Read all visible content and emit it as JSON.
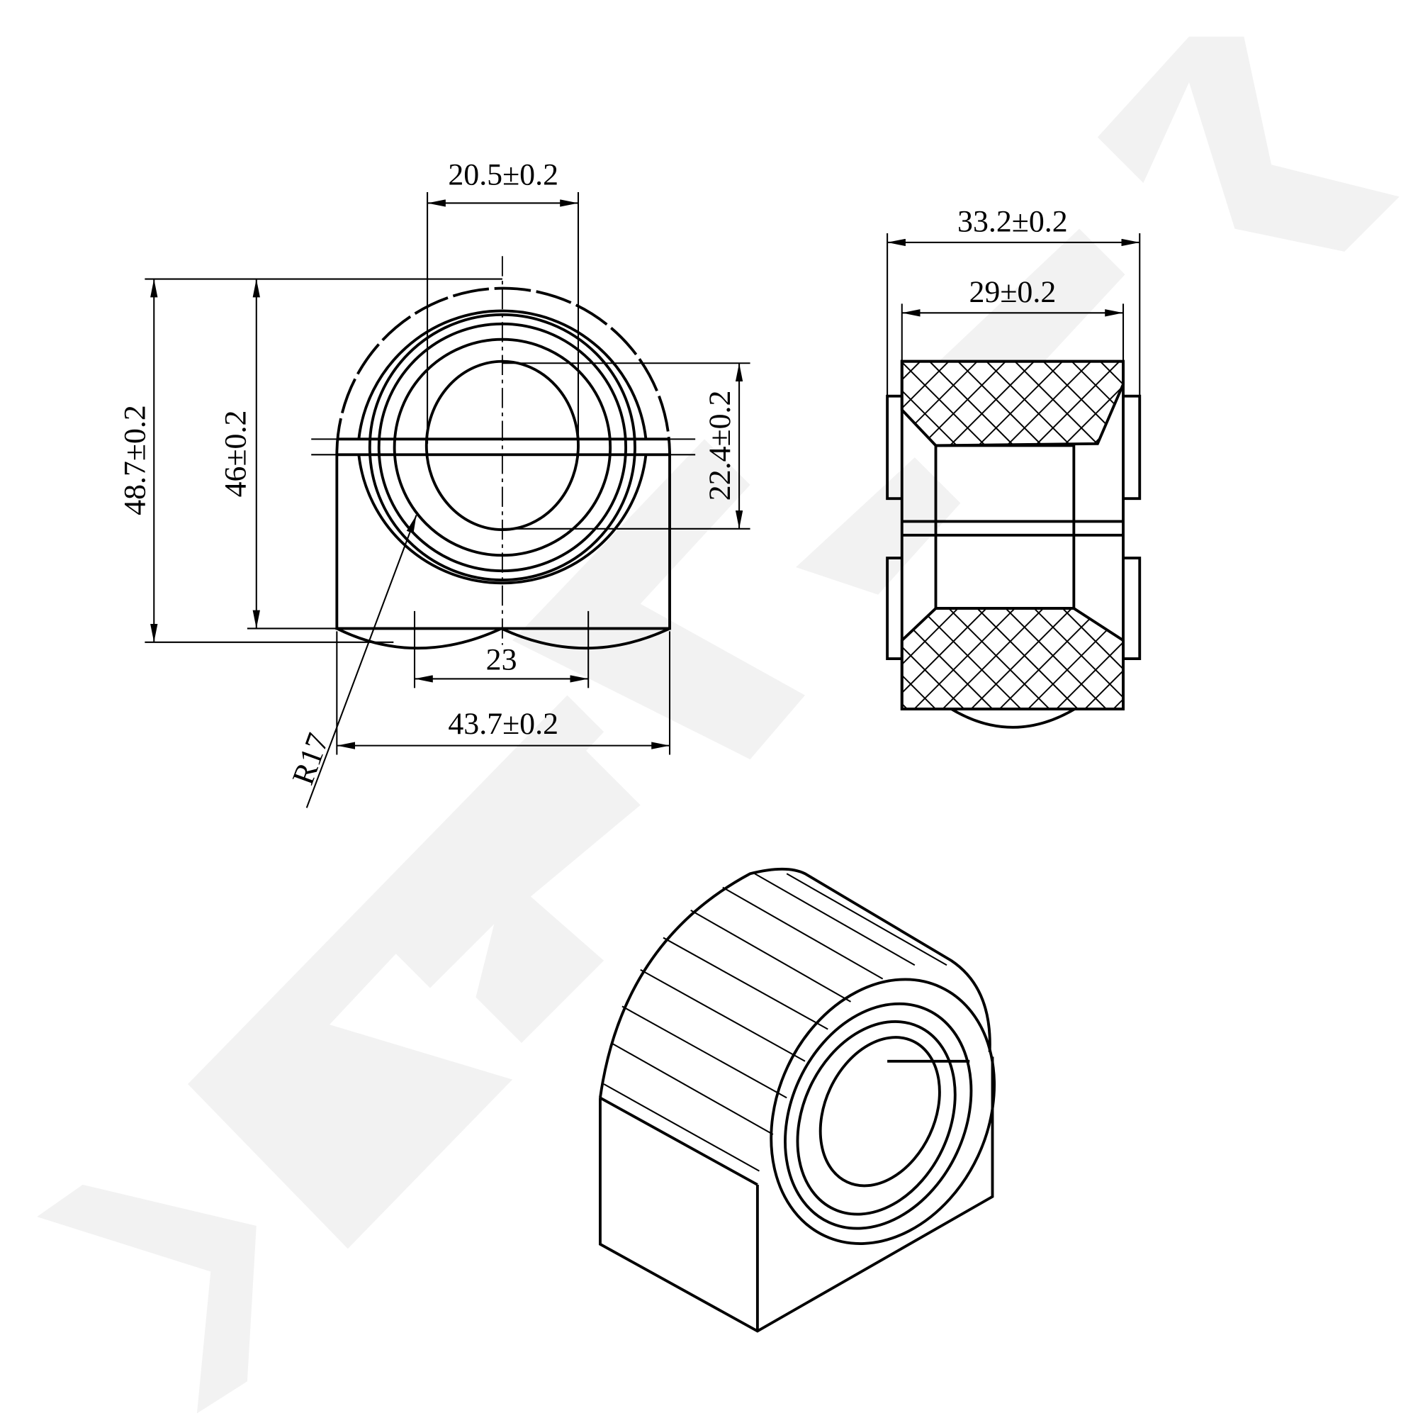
{
  "watermark": {
    "text": "ZENITEK",
    "color": "#f0f0f0"
  },
  "front_view": {
    "dim_bore_width": "20.5±0.2",
    "dim_total_height": "48.7±0.2",
    "dim_body_height": "46±0.2",
    "dim_bore_height": "22.4±0.2",
    "dim_base_span": "23",
    "dim_total_width": "43.7±0.2",
    "dim_radius": "R17"
  },
  "side_view": {
    "dim_overall_length": "33.2±0.2",
    "dim_body_length": "29±0.2"
  },
  "colors": {
    "line": "#000000",
    "background": "#ffffff"
  }
}
